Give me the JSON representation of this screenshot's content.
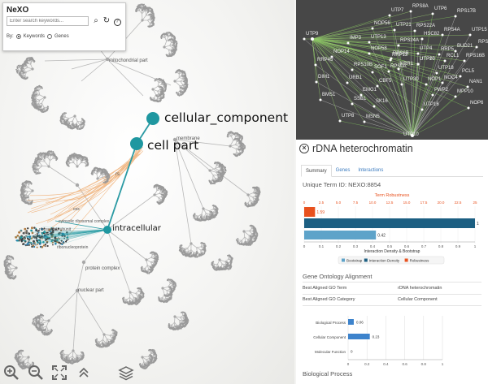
{
  "app": {
    "title": "NeXO",
    "search_placeholder": "Enter search keywords...",
    "by_label": "By:",
    "option_keywords": "Keywords",
    "option_genes": "Genes"
  },
  "graph_labels": {
    "cellular_component": "cellular_component",
    "cell_part": "cell part",
    "intracellular": "intracellular",
    "mitochondrial_part": "mitochondrial part",
    "membrane": "membrane",
    "protein_complex": "protein complex",
    "nuclear_part": "nuclear part",
    "ribosomal_subunit": "ribosomal subunit",
    "cytosolic_complex": "cytosolic ribosomal complex",
    "ribonucleoprotein": "ribonucleoprotein",
    "small_label": "rs",
    "small_label_2": "ces",
    "small_label_3": "ri"
  },
  "network_genes": [
    "UTP7",
    "RPS8A",
    "UTP6",
    "RPS17B",
    "NOP56",
    "UTP21",
    "RPS22A",
    "UTP9",
    "IMP3",
    "UTP13",
    "RPS24A",
    "HSC82",
    "RPS4A",
    "UTP15",
    "NOP58",
    "NOP14",
    "RPS6B",
    "UTP4",
    "BUD21",
    "RPS1A",
    "RRP12",
    "RRP5",
    "UTP20",
    "RPS0A",
    "RCL1",
    "RPS16B",
    "RPS10B",
    "RRP45",
    "UTP18",
    "PCL5",
    "UTP10",
    "KRR1",
    "SOF1",
    "NOC4",
    "NAN1",
    "DIM1",
    "URB1",
    "CBF5",
    "NOP1",
    "UTP30",
    "EMG1",
    "PWP2",
    "MPP10",
    "BMS1",
    "SSB1",
    "SK16",
    "UTP8",
    "MSN5",
    "NOP6",
    "UTP16"
  ],
  "detail": {
    "title": "rDNA heterochromatin",
    "tabs": [
      "Summary",
      "Genes",
      "Interactions"
    ],
    "term_id": "Unique Term ID: NEXO:8854",
    "gene_ontology_alignment": "Gene Ontology Alignment",
    "best_aligned_go_term_label": "Best Aligned GO Term",
    "best_aligned_go_term_value": "rDNA heterochromatin",
    "best_aligned_go_category_label": "Best Aligned GO Category",
    "best_aligned_go_category_value": "Cellular Component",
    "biological_process_heading": "Biological Process"
  },
  "chart_data": [
    {
      "type": "bar",
      "orientation": "horizontal",
      "title": "Term Robustness",
      "xlabel": "Interaction Density & Bootstrap",
      "top_axis": {
        "range": [
          0,
          25
        ],
        "ticks": [
          "0",
          "2.5",
          "5.0",
          "7.5",
          "10.0",
          "12.5",
          "15.0",
          "17.5",
          "20.0",
          "22.5",
          "25"
        ]
      },
      "bottom_axis": {
        "range": [
          0,
          1
        ],
        "ticks": [
          "0",
          "0.1",
          "0.2",
          "0.3",
          "0.4",
          "0.5",
          "0.6",
          "0.7",
          "0.8",
          "0.9",
          "1"
        ]
      },
      "series": [
        {
          "name": "Robustness",
          "value": 1.59,
          "axis": "top",
          "color": "#e8511e",
          "label": "1.59"
        },
        {
          "name": "Interaction Density",
          "value": 1.0,
          "axis": "bottom",
          "color": "#1c5f82",
          "label": "1"
        },
        {
          "name": "Bootstrap",
          "value": 0.42,
          "axis": "bottom",
          "color": "#5ea3c9",
          "label": "0.42"
        }
      ],
      "legend": [
        "Bootstrap",
        "Interaction Density",
        "Robustness"
      ],
      "legend_position": "bottom"
    },
    {
      "type": "bar",
      "orientation": "horizontal",
      "categories": [
        "Biological Process",
        "Cellular Component",
        "Molecular Function"
      ],
      "values": [
        0.06,
        0.23,
        0
      ],
      "labels": [
        "0.06",
        "0.23",
        "0"
      ],
      "xlim": [
        0,
        1
      ],
      "ticks": [
        "0",
        "0.2",
        "0.4",
        "0.6",
        "0.8",
        "1"
      ],
      "color": "#3d83cc"
    }
  ]
}
